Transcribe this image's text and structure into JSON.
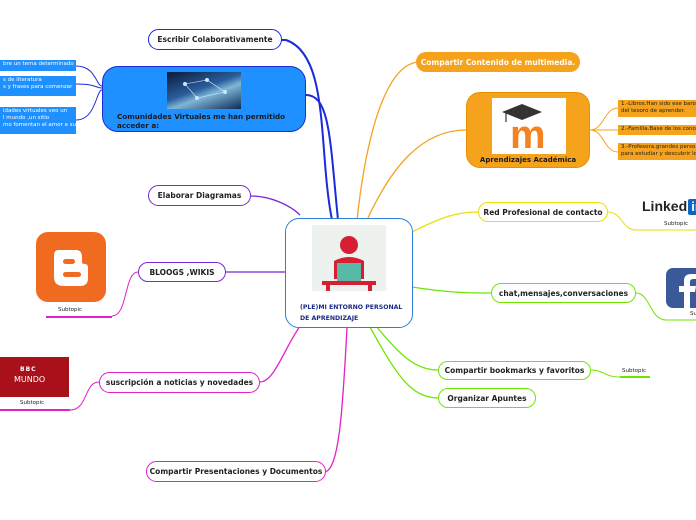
{
  "center": {
    "line1": "(PLE)MI ENTORNO PERSONAL",
    "line2": "DE APRENDIZAJE"
  },
  "branches": {
    "escribir": "Escribir Colaborativamente",
    "comunidades": {
      "line1": "Comunidades Virtuales me han permitido",
      "line2": "acceder a:"
    },
    "diagramas": "Elaborar Diagramas",
    "bloogs": "BLOOGS ,WIKIS",
    "noticias": "suscripción a noticias y novedades",
    "presentaciones": "Compartir Presentaciones y Documentos",
    "multimedia": "Compartir Contenido de multimedia.",
    "aprendizajes": "Aprendizajes Académica",
    "red": "Red Profesional de contacto",
    "chat": "chat,mensajes,conversaciones",
    "bookmarks": "Compartir bookmarks y favoritos",
    "apuntes": "Organizar Apuntes"
  },
  "comunidades_items": [
    [
      "bre un tema determinado"
    ],
    [
      "s de literatura",
      "s y frases para comenzar"
    ],
    [
      "idades virtuales veo un",
      "l mundo ,un sitio",
      "mo fomentan el amor a su"
    ]
  ],
  "aprendizajes_items": [
    [
      "1.-Libros.Han sido ese baro",
      "del tesoro de aprender."
    ],
    [
      "2.-Familia.Base de los cono"
    ],
    [
      "3.-Profesora.grandes perso",
      "para estudiar y descubrir lo"
    ]
  ],
  "subtopics": {
    "blogger": "Subtopic",
    "bbc": "Subtopic",
    "linkedin": "Subtopic",
    "facebook": "Su",
    "bookmarks": "Subtopic"
  },
  "logos": {
    "linkedin_text": "Linked",
    "linkedin_in": "in",
    "bbc_top": "BBC",
    "bbc_bottom": "MUNDO",
    "moodle_letter": "m"
  },
  "colors": {
    "center_border": "#2e7fd6",
    "blue": "#1e90ff",
    "orange": "#f5a21c",
    "purple": "#9b30d9",
    "magenta": "#e020c8",
    "yellow": "#e8e000",
    "green": "#6ee600"
  }
}
